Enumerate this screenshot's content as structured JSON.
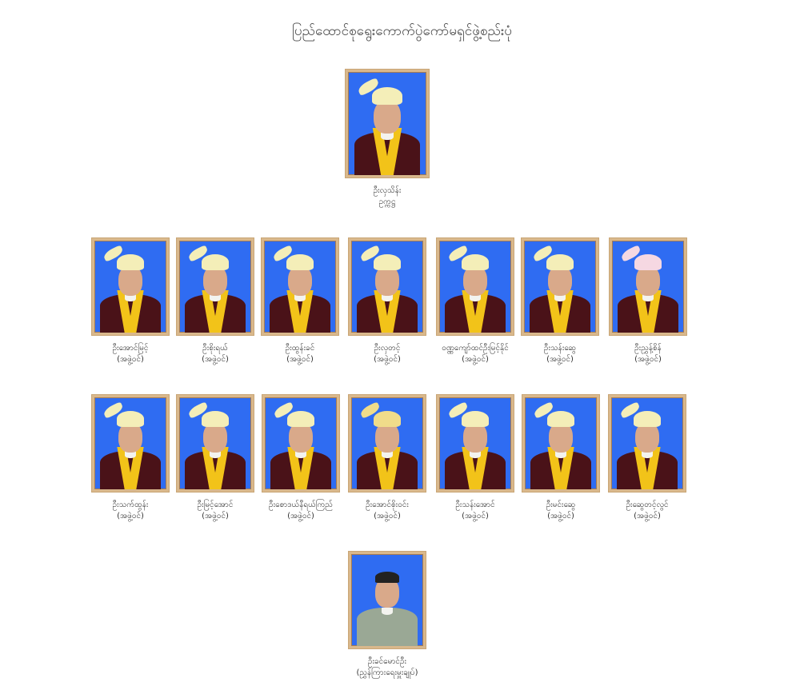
{
  "page": {
    "title": "ပြည်ထောင်စုရွေးကောက်ပွဲကော်မရှင်ဖွဲ့စည်းပုံ"
  },
  "colors": {
    "photo_background": "#2f6cf2",
    "frame_outer": "#d9b88c",
    "frame_inner": "#a67c52",
    "robe": "#4a1218",
    "stole": "#f2c319"
  },
  "chairman": {
    "name": "ဦးလှသိန်း",
    "role": "ဥက္ကဋ္ဌ",
    "attire": "gown"
  },
  "members_row1": [
    {
      "name": "ဦးအောင်မြင့်",
      "role": "(အဖွဲ့ဝင်)"
    },
    {
      "name": "ဦးစိုးရယ်",
      "role": "(အဖွဲ့ဝင်)"
    },
    {
      "name": "ဦးထွန်းခင်",
      "role": "(အဖွဲ့ဝင်)"
    },
    {
      "name": "ဦးလှတင့်",
      "role": "(အဖွဲ့ဝင်)"
    },
    {
      "name": "ဝဏ္ဏကျော်ထင်ဦးမြင့်နိုင်",
      "role": "(အဖွဲ့ဝင်)"
    },
    {
      "name": "ဦးသန်းဆွေ",
      "role": "(အဖွဲ့ဝင်)"
    },
    {
      "name": "ဦးညွှန့်စိန်",
      "role": "(အဖွဲ့ဝင်)"
    }
  ],
  "members_row2": [
    {
      "name": "ဦးသက်ထွန်း",
      "role": "(အဖွဲ့ဝင်)"
    },
    {
      "name": "ဦးမြင့်အောင်",
      "role": "(အဖွဲ့ဝင်)"
    },
    {
      "name": "ဦးစောဒယ်နီရယ်ကြည်",
      "role": "(အဖွဲ့ဝင်)"
    },
    {
      "name": "ဦးအောင်စိုးဝင်း",
      "role": "(အဖွဲ့ဝင်)"
    },
    {
      "name": "ဦးသန်းအောင်",
      "role": "(အဖွဲ့ဝင်)"
    },
    {
      "name": "ဦးမင်းဆွေ",
      "role": "(အဖွဲ့ဝင်)"
    },
    {
      "name": "ဦးဆွေတင့်လွင်",
      "role": "(အဖွဲ့ဝင်)"
    }
  ],
  "secretary": {
    "name": "ဦးခင်မောင်ဦး",
    "role": "(ညွှန်ကြားရေးမှူးချုပ်)",
    "attire": "civil"
  }
}
